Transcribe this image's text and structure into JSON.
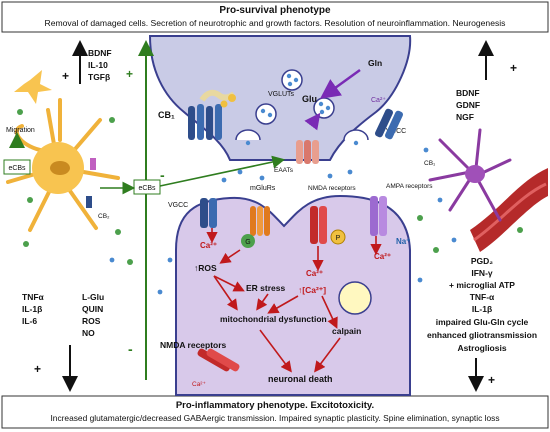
{
  "top_box": {
    "title": "Pro-survival phenotype",
    "text": "Removal of damaged cells. Secretion of neurotrophic and growth factors. Resolution of neuroinflammation. Neurogenesis"
  },
  "bottom_box": {
    "title": "Pro-inflammatory phenotype. Excitotoxicity.",
    "text": "Increased glutamatergic/decreased GABAergic transmission. Impaired synaptic plasticity. Spine elimination, synaptic loss"
  },
  "microglia": {
    "up_factors": [
      "BDNF",
      "IL-10",
      "TGFβ"
    ],
    "migration": "Migration",
    "ecbs": "eCBs",
    "cb2": "CB₂",
    "down_factors_left": [
      "TNFα",
      "IL-1β",
      "IL-6"
    ],
    "down_factors_right": [
      "L-Glu",
      "QUIN",
      "ROS",
      "NO"
    ]
  },
  "astrocyte": {
    "up_factors": [
      "BDNF",
      "GDNF",
      "NGF"
    ],
    "cb1": "CB₁",
    "down_factors": [
      "PGD₂",
      "IFN-γ",
      "+ microglial ATP",
      "TNF-α",
      "IL-1β",
      "impaired Glu-Gln cycle",
      "enhanced gliotransmission",
      "Astrogliosis"
    ]
  },
  "presynaptic": {
    "cb1": "CB₁",
    "vgluts": "VGLUTs",
    "glu": "Glu",
    "gln": "Gln",
    "ca": "Ca²⁺",
    "vgcc": "VGCC",
    "eaats": "EAATs"
  },
  "ecbs_center": "eCBs",
  "postsynaptic": {
    "vgcc": "VGCC",
    "mglurs": "mGluRs",
    "nmda": "NMDA receptors",
    "ampa": "AMPA receptors",
    "ca1": "Ca²⁺",
    "ca2": "Ca²⁺",
    "ca3": "Ca²⁺",
    "ca_in": "↑[Ca²⁺]",
    "na": "Na⁺",
    "p": "P",
    "g": "G",
    "ros": "↑ROS",
    "er_stress": "ER stress",
    "mito": "mitochondrial dysfunction",
    "calpain": "calpain",
    "death": "neuronal death"
  },
  "extrasynaptic": {
    "nmda": "NMDA receptors",
    "ca": "Ca²⁺"
  },
  "signs": {
    "plus": "+",
    "minus": "-"
  },
  "colors": {
    "neuron_fill": "#c9cbe6",
    "neuron_post": "#d8c9ea",
    "neuron_stroke": "#3a3f8f",
    "green_arrow": "#2f7d1f",
    "red_arrow": "#c0191c",
    "purple_arrow": "#7a2bb5"
  }
}
